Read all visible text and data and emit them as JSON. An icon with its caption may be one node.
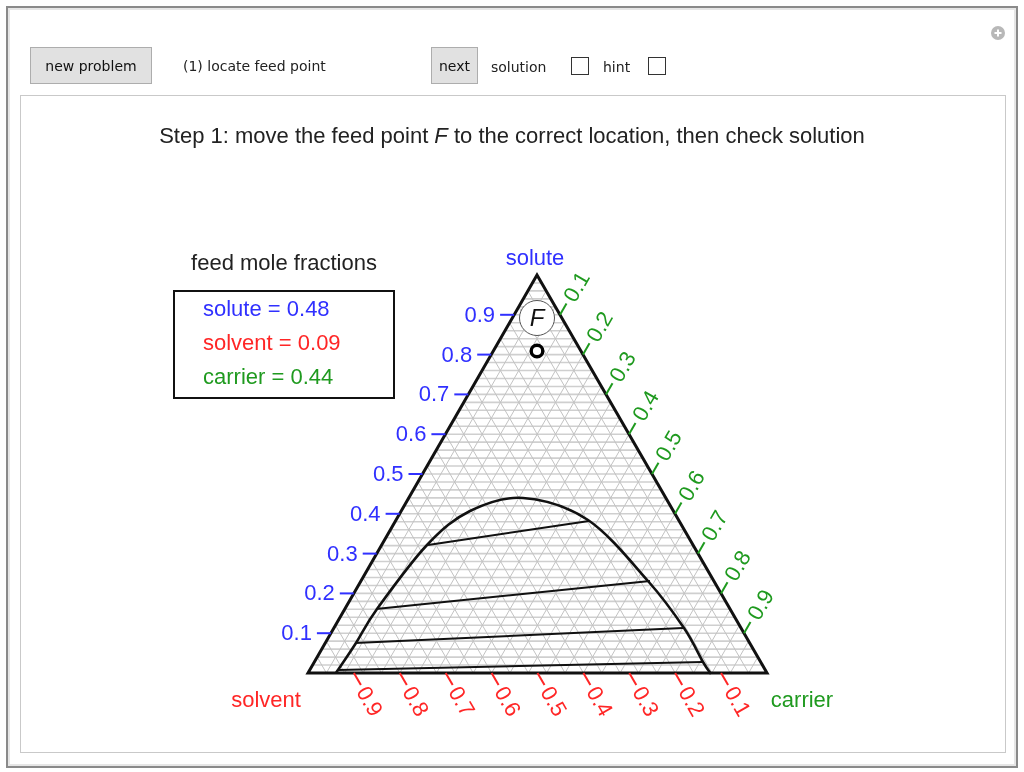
{
  "diagram": {
    "title": "Step 1: move the feed point *F* to the correct location, then check solution",
    "nodes": [
      {
        "text": [
          "new problem"
        ]
      },
      {
        "text": [
          "next"
        ]
      },
      {
        "text": [
          "feed mole fractions",
          "solute = 0.48",
          "solvent = 0.09",
          "carrier = 0.44"
        ]
      },
      {
        "text": [
          "F"
        ]
      }
    ],
    "labels": [
      "(1) locate feed point",
      "solution",
      "hint",
      "solute",
      "0.9",
      "0.8",
      "0.7",
      "0.6",
      "0.5",
      "0.4",
      "0.3",
      "0.2",
      "0.1",
      "0.1",
      "0.2",
      "0.3",
      "0.4",
      "0.5",
      "0.6",
      "0.7",
      "0.8",
      "0.9",
      "solvent",
      "0.9",
      "0.8",
      "0.7",
      "0.6",
      "0.5",
      "0.4",
      "0.3",
      "0.2",
      "0.1",
      "carrier"
    ]
  }
}
